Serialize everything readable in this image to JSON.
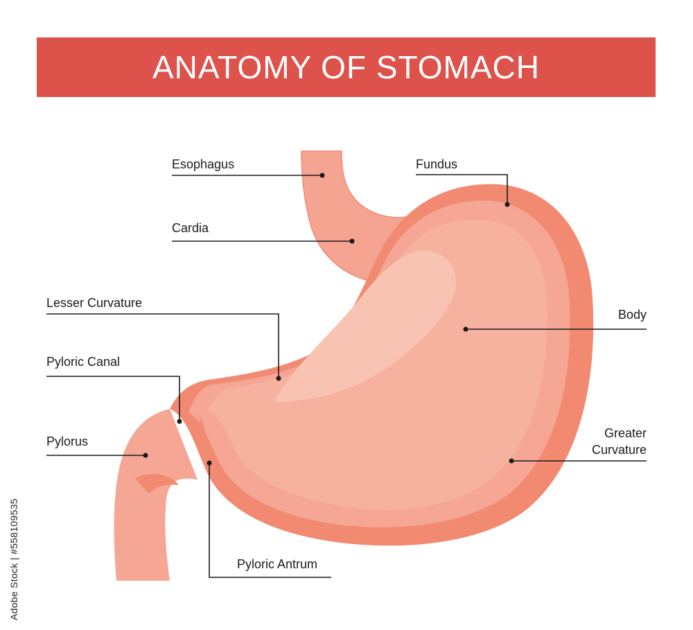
{
  "title": "ANATOMY OF STOMACH",
  "colors": {
    "banner": "#dd524b",
    "stomach_outer": "#f28a72",
    "stomach_mid": "#f5a694",
    "stomach_inner": "#f6b19f",
    "stomach_highlight": "#f9c3b3",
    "esophagus_tube": "#f4a490",
    "esophagus_edge": "#ee8c74",
    "leader_line": "#1a1a1a"
  },
  "labels": {
    "esophagus": "Esophagus",
    "fundus": "Fundus",
    "cardia": "Cardia",
    "lesser_curvature": "Lesser Curvature",
    "body": "Body",
    "pyloric_canal": "Pyloric Canal",
    "pylorus": "Pylorus",
    "greater_curvature_line1": "Greater",
    "greater_curvature_line2": "Curvature",
    "pyloric_antrum": "Pyloric Antrum"
  },
  "stock_id": "Adobe Stock | #558109535"
}
